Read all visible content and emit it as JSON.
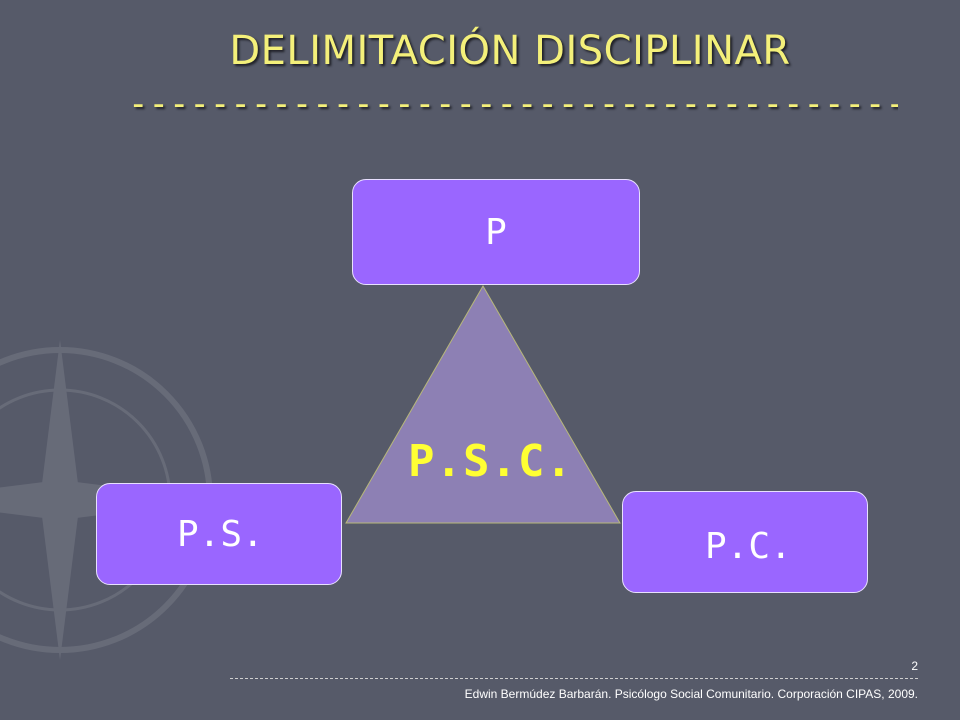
{
  "slide": {
    "title": "DELIMITACIÓN DISCIPLINAR",
    "title_underline": "----------------------------------------------",
    "page_number": "2",
    "footer": "Edwin Bermúdez Barbarán. Psicólogo Social Comunitario. Corporación CIPAS, 2009."
  },
  "diagram": {
    "top_box": "P",
    "left_box": "P.S.",
    "right_box": "P.C.",
    "center": "P.S.C."
  },
  "colors": {
    "background": "#565a69",
    "title": "#f4f07a",
    "box_fill": "#9a66ff",
    "triangle_fill": "#8d80b4",
    "center_text": "#ffff33"
  }
}
